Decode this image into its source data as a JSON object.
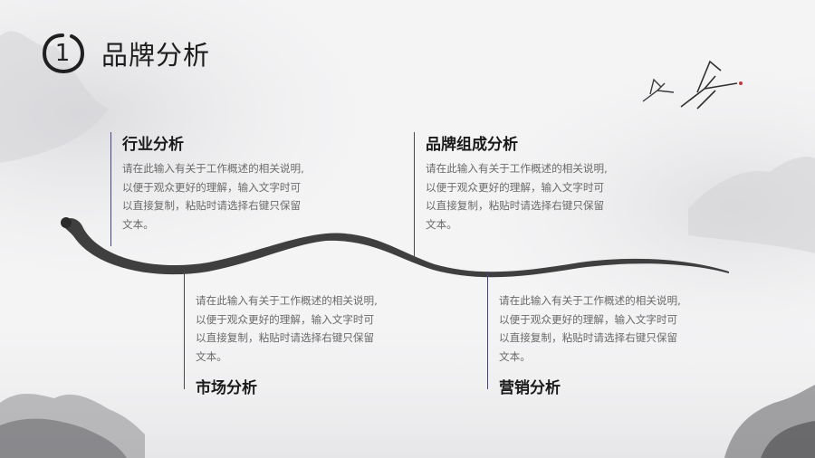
{
  "header": {
    "number": "1",
    "title": "品牌分析"
  },
  "items": [
    {
      "title": "行业分析",
      "lines": [
        "请在此输入有关于工作概述的相关说明,",
        "以便于观众更好的理解，输入文字时可",
        "以直接复制，粘贴时请选择右键只保留",
        "文本。"
      ]
    },
    {
      "title": "品牌组成分析",
      "lines": [
        "请在此输入有关于工作概述的相关说明,",
        "以便于观众更好的理解，输入文字时可",
        "以直接复制，粘贴时请选择右键只保留",
        "文本。"
      ]
    },
    {
      "title": "市场分析",
      "lines": [
        "请在此输入有关于工作概述的相关说明,",
        "以便于观众更好的理解，输入文字时可",
        "以直接复制，粘贴时请选择右键只保留",
        "文本。"
      ]
    },
    {
      "title": "营销分析",
      "lines": [
        "请在此输入有关于工作概述的相关说明,",
        "以便于观众更好的理解，输入文字时可",
        "以直接复制，粘贴时请选择右键只保留",
        "文本。"
      ]
    }
  ],
  "colors": {
    "ink": "#2b2b2b",
    "accent_line": "#44466a",
    "body_text": "#6a6a6a",
    "background": "#f3f3f4"
  },
  "icons": [
    "ink-mountain-icon",
    "crane-icon",
    "ink-brush-stroke-icon"
  ]
}
